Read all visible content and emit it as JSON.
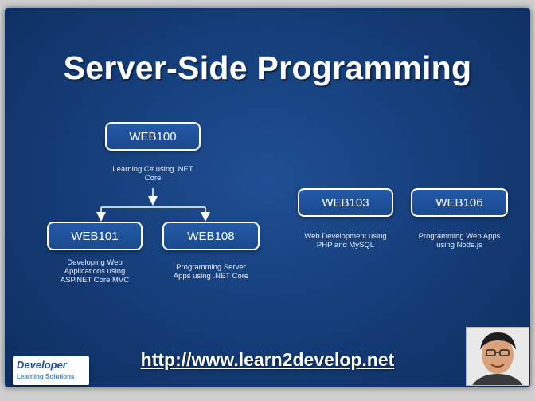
{
  "slide": {
    "title": "Server-Side Programming",
    "url": "http://www.learn2develop.net"
  },
  "courses": [
    {
      "code": "WEB100",
      "desc": "Learning C# using .NET Core"
    },
    {
      "code": "WEB101",
      "desc": "Developing Web Applications using ASP.NET Core MVC"
    },
    {
      "code": "WEB108",
      "desc": "Programming Server Apps using .NET Core"
    },
    {
      "code": "WEB103",
      "desc": "Web Development using PHP and MySQL"
    },
    {
      "code": "WEB106",
      "desc": "Programming Web Apps using Node.js"
    }
  ],
  "logo": {
    "top": "Developer",
    "bottom": "Learning Solutions"
  },
  "colors": {
    "background": "#143c77",
    "box_border": "#ffffff",
    "text": "#ffffff"
  }
}
